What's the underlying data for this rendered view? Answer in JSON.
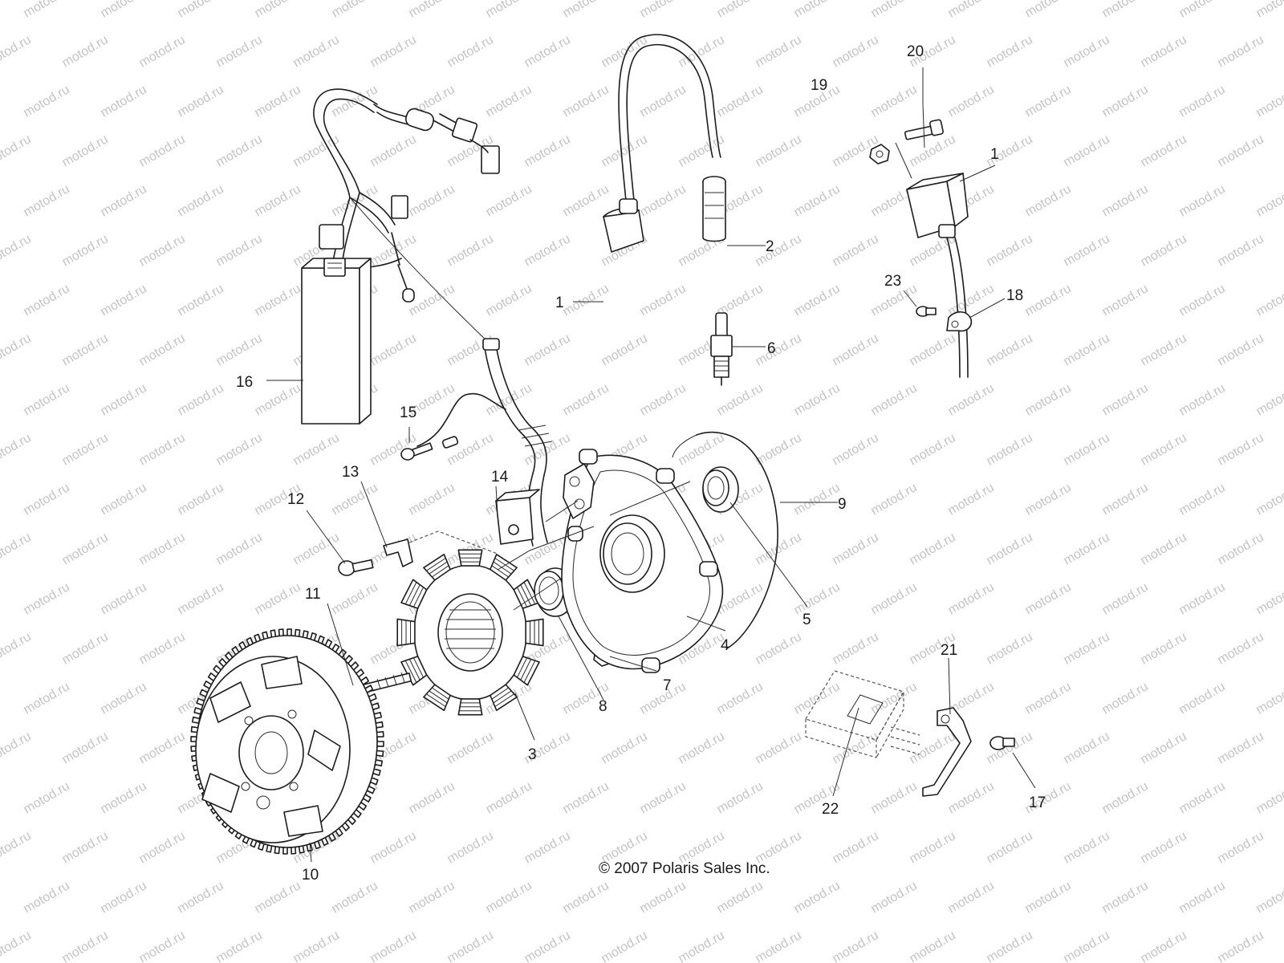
{
  "watermark": {
    "text": "motod.ru",
    "color": "#c4c4c4"
  },
  "copyright": "© 2007 Polaris Sales Inc.",
  "callouts": [
    {
      "id": "callout-1-coil",
      "label": "1"
    },
    {
      "id": "callout-1-coil-right",
      "label": "1"
    },
    {
      "id": "callout-2",
      "label": "2"
    },
    {
      "id": "callout-3",
      "label": "3"
    },
    {
      "id": "callout-4",
      "label": "4"
    },
    {
      "id": "callout-5",
      "label": "5"
    },
    {
      "id": "callout-6",
      "label": "6"
    },
    {
      "id": "callout-7",
      "label": "7"
    },
    {
      "id": "callout-8",
      "label": "8"
    },
    {
      "id": "callout-9",
      "label": "9"
    },
    {
      "id": "callout-10",
      "label": "10"
    },
    {
      "id": "callout-11",
      "label": "11"
    },
    {
      "id": "callout-12",
      "label": "12"
    },
    {
      "id": "callout-13",
      "label": "13"
    },
    {
      "id": "callout-14",
      "label": "14"
    },
    {
      "id": "callout-15",
      "label": "15"
    },
    {
      "id": "callout-16",
      "label": "16"
    },
    {
      "id": "callout-17",
      "label": "17"
    },
    {
      "id": "callout-18",
      "label": "18"
    },
    {
      "id": "callout-19",
      "label": "19"
    },
    {
      "id": "callout-20",
      "label": "20"
    },
    {
      "id": "callout-21",
      "label": "21"
    },
    {
      "id": "callout-22",
      "label": "22"
    },
    {
      "id": "callout-23",
      "label": "23"
    }
  ]
}
